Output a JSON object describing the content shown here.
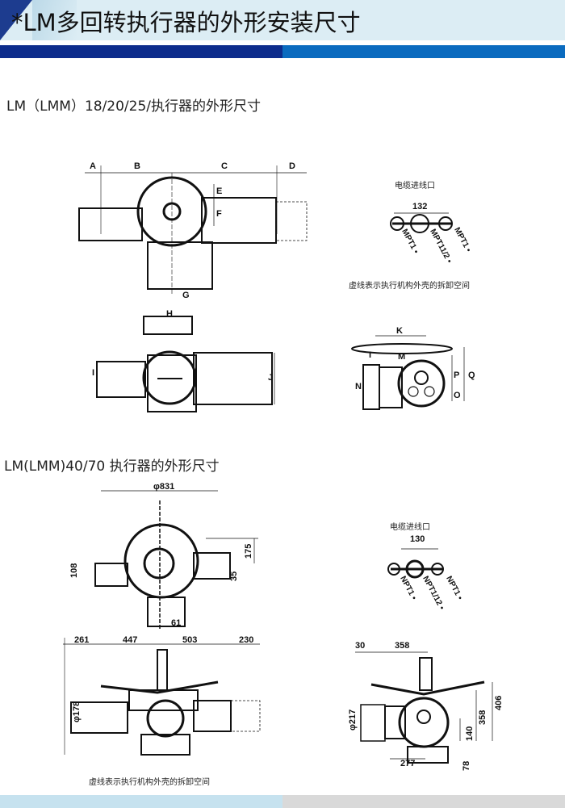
{
  "header": {
    "title": "*LM多回转执行器的外形安装尺寸"
  },
  "section1": {
    "title": "LM（LMM）18/20/25/执行器的外形尺寸",
    "front_labels": {
      "A": "A",
      "B": "B",
      "C": "C",
      "D": "D",
      "E": "E",
      "F": "F",
      "G": "G"
    },
    "top_labels": {
      "H": "H",
      "I": "I",
      "J": "J"
    },
    "side_labels": {
      "K": "K",
      "I": "I",
      "M": "M",
      "N": "N",
      "P": "P",
      "Q": "Q",
      "O": "O"
    },
    "cable_entry": {
      "title": "电缆进线口",
      "spacing": "132",
      "ports": [
        "MPT1 •",
        "MPT11/2 •",
        "MPT1 •"
      ]
    },
    "note": "虚线表示执行机构外壳的拆卸空间"
  },
  "section2": {
    "title": "LM(LMM)40/70 执行器的外形尺寸",
    "front_dims": {
      "diameter": "φ831",
      "d175": "175",
      "d108": "108",
      "d35": "35",
      "d61": "61"
    },
    "cable_entry": {
      "title": "电缆进线口",
      "spacing": "130",
      "ports": [
        "NPT1 •",
        "NPT1/12 •",
        "NPT1 •"
      ]
    },
    "bottom_dims": {
      "d261": "261",
      "d447": "447",
      "d503": "503",
      "d230": "230",
      "d178": "φ178"
    },
    "side_dims": {
      "d30": "30",
      "d358a": "358",
      "d217": "φ217",
      "d140": "140",
      "d358b": "358",
      "d406": "406",
      "d277": "277",
      "d78": "78"
    },
    "note": "虚线表示执行机构外壳的拆卸空间"
  }
}
